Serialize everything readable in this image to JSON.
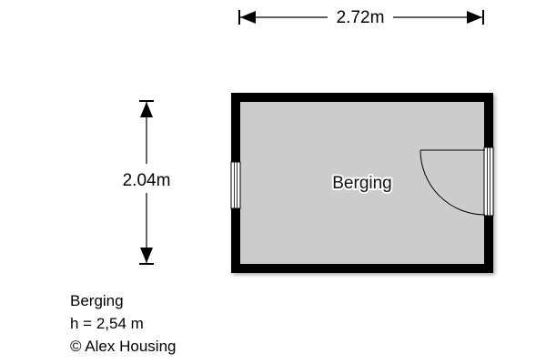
{
  "dimensions": {
    "width": "2.72m",
    "depth": "2.04m"
  },
  "room": {
    "name": "Berging"
  },
  "info": {
    "room_name": "Berging",
    "height": "h = 2,54 m",
    "copyright": "© Alex Housing"
  },
  "colors": {
    "wall": "#000000",
    "floor": "#cccccc"
  }
}
